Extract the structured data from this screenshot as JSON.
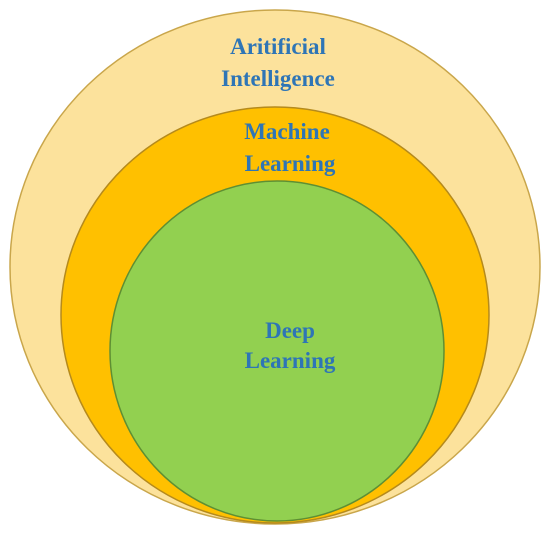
{
  "diagram": {
    "type": "nested-circles",
    "colors": {
      "outer_fill": "#FCE29C",
      "outer_stroke": "#C9A64B",
      "middle_fill": "#FFC000",
      "middle_stroke": "#B58A1C",
      "inner_fill": "#92D050",
      "inner_stroke": "#5E8F33",
      "text": "#2E75B6"
    },
    "circles": [
      {
        "id": "outer",
        "line1": "Aritificial",
        "line2": "Intelligence"
      },
      {
        "id": "middle",
        "line1": "Machine",
        "line2": "Learning"
      },
      {
        "id": "inner",
        "line1": "Deep",
        "line2": "Learning"
      }
    ]
  }
}
